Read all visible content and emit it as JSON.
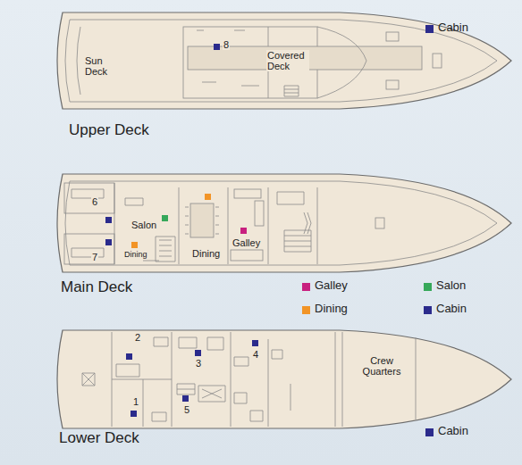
{
  "diagram": {
    "labels": [
      "Sun Deck",
      "8",
      "Covered Deck",
      "Upper Deck",
      "6",
      "Salon",
      "7",
      "Dining",
      "Dining",
      "Galley",
      "Main Deck",
      "2",
      "3",
      "4",
      "1",
      "5",
      "Crew Quarters",
      "Lower Deck"
    ],
    "legend": [
      {
        "text": "Cabin",
        "color": "#2b2b8c"
      },
      {
        "text": "Galley",
        "color": "#c8207f"
      },
      {
        "text": "Salon",
        "color": "#36a85a"
      },
      {
        "text": "Dining",
        "color": "#f29426"
      },
      {
        "text": "Cabin",
        "color": "#2b2b8c"
      },
      {
        "text": "Cabin",
        "color": "#2b2b8c"
      }
    ]
  }
}
